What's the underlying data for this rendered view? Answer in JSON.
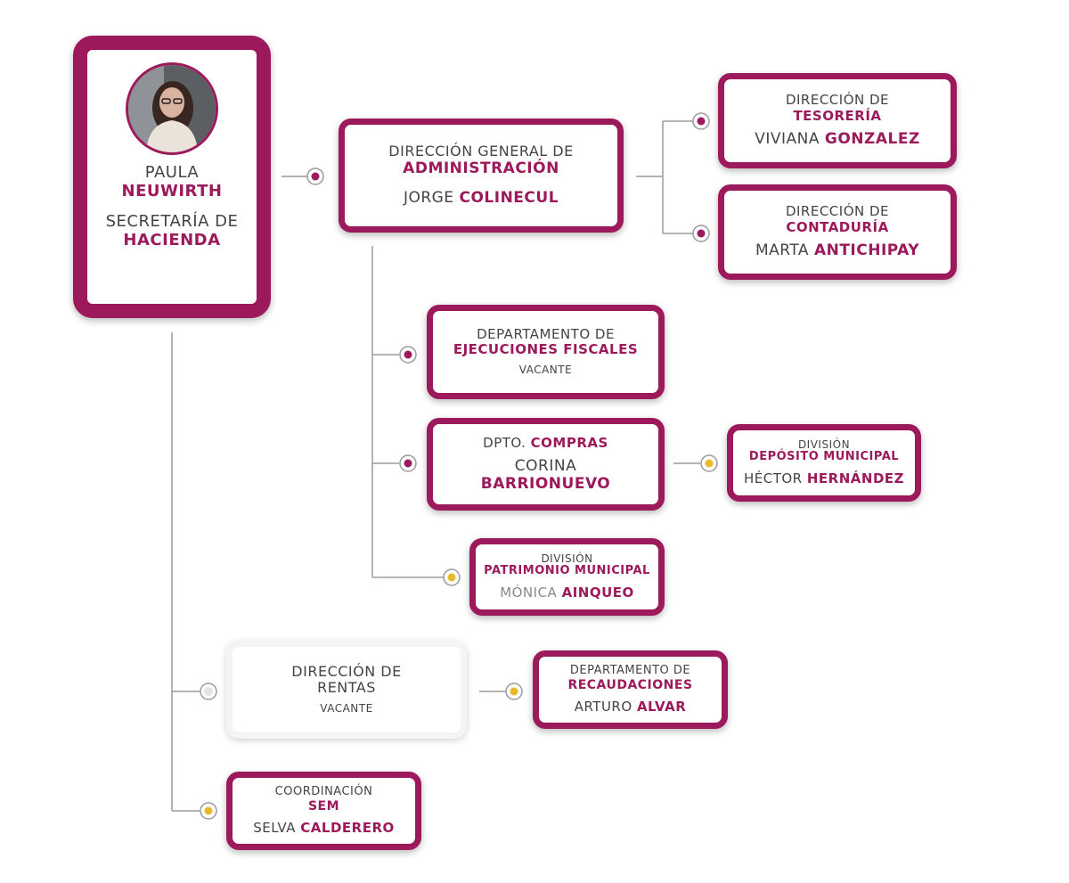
{
  "colors": {
    "brand": "#9c1a5b",
    "bullet_brand": "#9c1a5b",
    "bullet_yellow": "#e8b92b",
    "bullet_vacant": "#e3e3e3",
    "connector": "#9a9a9a"
  },
  "secretaria": {
    "first_name": "PAULA",
    "last_name": "NEUWIRTH",
    "office_line1": "SECRETARÍA DE",
    "office_line2": "HACIENDA"
  },
  "dir_general": {
    "title_line1": "DIRECCIÓN GENERAL DE",
    "title_line2": "ADMINISTRACIÓN",
    "first_name": "JORGE",
    "last_name": "COLINECUL"
  },
  "tesoreria": {
    "title_line1": "DIRECCIÓN DE",
    "title_line2": "TESORERÍA",
    "first_name": "VIVIANA",
    "last_name": "GONZALEZ"
  },
  "contaduria": {
    "title_line1": "DIRECCIÓN DE",
    "title_line2": "CONTADURÍA",
    "first_name": "MARTA",
    "last_name": "ANTICHIPAY"
  },
  "ejecuciones": {
    "title_line1": "DEPARTAMENTO DE",
    "title_line2": "EJECUCIONES FISCALES",
    "status": "VACANTE"
  },
  "compras": {
    "title_prefix": "DPTO.",
    "title_accent": "COMPRAS",
    "first_name": "CORINA",
    "last_name": "BARRIONUEVO"
  },
  "deposito": {
    "title_line1": "DIVISIÓN",
    "title_line2": "DEPÓSITO MUNICIPAL",
    "first_name": "HÉCTOR",
    "last_name": "HERNÁNDEZ"
  },
  "patrimonio": {
    "title_line1": "DIVISIÓN",
    "title_line2": "PATRIMONIO MUNICIPAL",
    "first_name": "MÓNICA",
    "last_name": "AINQUEO"
  },
  "rentas": {
    "title_line1": "DIRECCIÓN DE",
    "title_line2": "RENTAS",
    "status": "VACANTE"
  },
  "recaudaciones": {
    "title_line1": "DEPARTAMENTO DE",
    "title_line2": "RECAUDACIONES",
    "first_name": "ARTURO",
    "last_name": "ALVAR"
  },
  "sem": {
    "title_line1": "COORDINACIÓN",
    "title_line2": "SEM",
    "first_name": "SELVA",
    "last_name": "CALDERERO"
  }
}
